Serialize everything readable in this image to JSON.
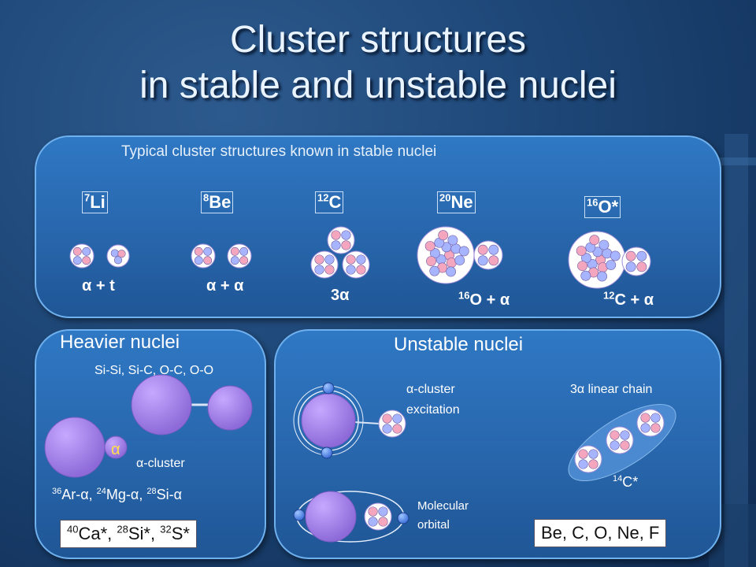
{
  "title_line1": "Cluster structures",
  "title_line2": "in stable and unstable nuclei",
  "top_panel": {
    "subtitle": "Typical cluster structures known in stable nuclei",
    "nuclei": [
      {
        "mass": "7",
        "symbol": "Li",
        "config": "α + t"
      },
      {
        "mass": "8",
        "symbol": "Be",
        "config": "α + α"
      },
      {
        "mass": "12",
        "symbol": "C",
        "config": "3α"
      },
      {
        "mass": "20",
        "symbol": "Ne",
        "config_mass": "16",
        "config_rest": "O + α"
      },
      {
        "mass": "16",
        "symbol": "O*",
        "config_mass": "12",
        "config_rest": "C + α"
      }
    ]
  },
  "heavy_panel": {
    "heading": "Heavier nuclei",
    "pairs": "Si-Si, Si-C, O-C, O-O",
    "alpha_symbol": "α",
    "alpha_cluster": "α-cluster",
    "examples": [
      {
        "mass": "36",
        "text": "Ar-α,"
      },
      {
        "mass": "24",
        "text": "Mg-α,"
      },
      {
        "mass": "28",
        "text": "Si-α"
      }
    ],
    "box": [
      {
        "mass": "40",
        "text": "Ca*,"
      },
      {
        "mass": "28",
        "text": "Si*,"
      },
      {
        "mass": "32",
        "text": "S*"
      }
    ]
  },
  "unstable_panel": {
    "heading": "Unstable nuclei",
    "excitation_line1": "α-cluster",
    "excitation_line2": "excitation",
    "chain": "3α linear chain",
    "chain_nucleus_mass": "14",
    "chain_nucleus": "C*",
    "molecular_line1": "Molecular",
    "molecular_line2": "orbital",
    "box": "Be, C, O, Ne, F"
  }
}
